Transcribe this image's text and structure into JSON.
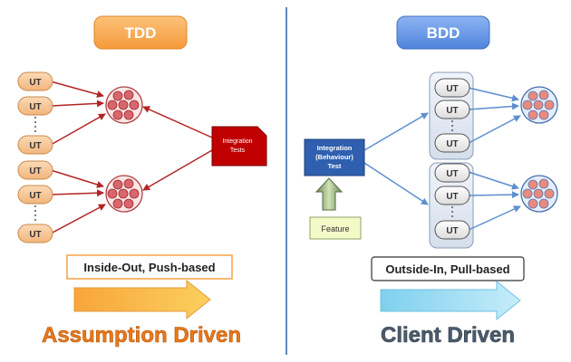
{
  "tdd": {
    "badge": "TDD",
    "unit_test_labels": [
      "UT",
      "UT",
      "UT",
      "UT",
      "UT",
      "UT"
    ],
    "integration_label_line1": "Integration",
    "integration_label_line2": "Tests",
    "caption": "Inside-Out, Push-based",
    "tagline": "Assumption Driven"
  },
  "bdd": {
    "badge": "BDD",
    "integration_label_line1": "Integration",
    "integration_label_line2": "(Behaviour)",
    "integration_label_line3": "Test",
    "feature_label": "Feature",
    "unit_test_labels": [
      "UT",
      "UT",
      "UT",
      "UT",
      "UT",
      "UT"
    ],
    "caption": "Outside-In, Pull-based",
    "tagline": "Client Driven"
  },
  "colors": {
    "tdd_badge": "#f7a046",
    "bdd_badge": "#5f93e6",
    "tdd_arrow": "#b32424",
    "bdd_arrow": "#5b8fcf",
    "integration_tdd": "#c00000",
    "integration_bdd": "#2f5fae",
    "unit_fill": "#f5c89a",
    "feature_fill": "#f4f9c8",
    "tdd_tagline": "#e8791a",
    "bdd_tagline": "#4c5c6e",
    "divider": "#5f86bb"
  }
}
